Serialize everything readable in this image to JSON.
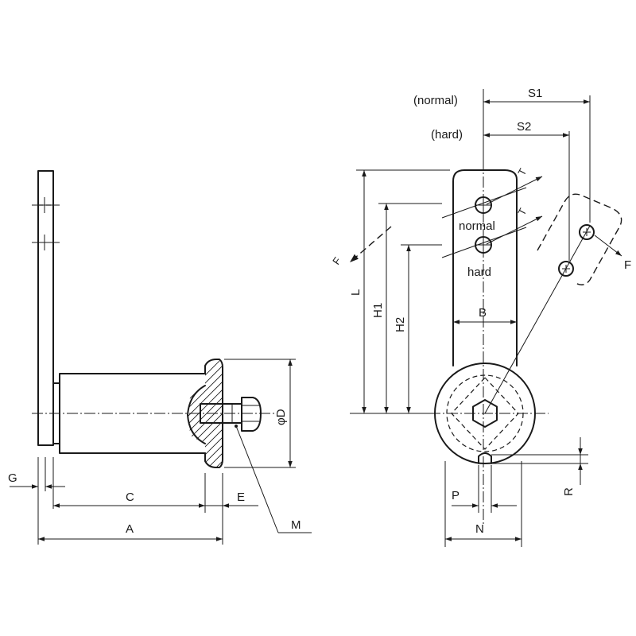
{
  "labels": {
    "G": "G",
    "C": "C",
    "A": "A",
    "E": "E",
    "M": "M",
    "phiD": "φD",
    "normal_paren": "(normal)",
    "hard_paren": "(hard)",
    "S1": "S1",
    "S2": "S2",
    "L": "L",
    "H1": "H1",
    "H2": "H2",
    "B": "B",
    "normal": "normal",
    "hard": "hard",
    "T1": "T",
    "T2": "T",
    "F_left": "F",
    "F_right": "F",
    "R": "R",
    "P": "P",
    "N": "N"
  },
  "colors": {
    "line": "#1a1a1a",
    "background": "#ffffff"
  }
}
